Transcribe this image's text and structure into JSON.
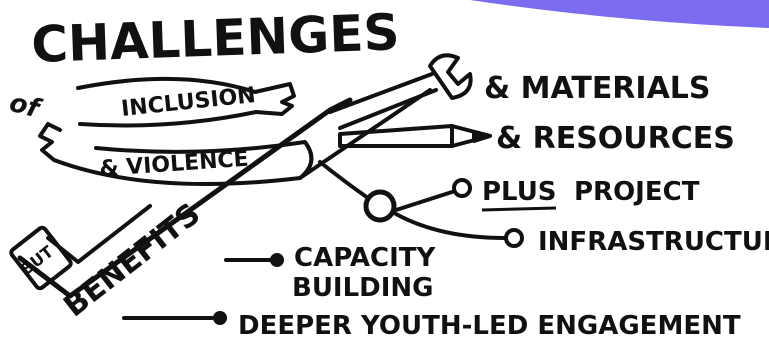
{
  "title": "CHALLENGES",
  "prefix_of": "of",
  "challenge_1": "INCLUSION",
  "challenge_2": "& VIOLENCE",
  "materials": "& MATERIALS",
  "resources": "& RESOURCES",
  "plus_word": "PLUS",
  "project_word": "PROJECT",
  "infrastructure": "INFRASTRUCTURE",
  "but_label": "BUT",
  "benefits_label": "BENEFITS",
  "capacity_line1": "CAPACITY",
  "capacity_line2": "BUILDING",
  "youth_engagement": "DEEPER YOUTH-LED ENGAGEMENT",
  "colors": {
    "ink": "#111111",
    "accent": "#7b6cf0",
    "paper": "#ffffff"
  }
}
